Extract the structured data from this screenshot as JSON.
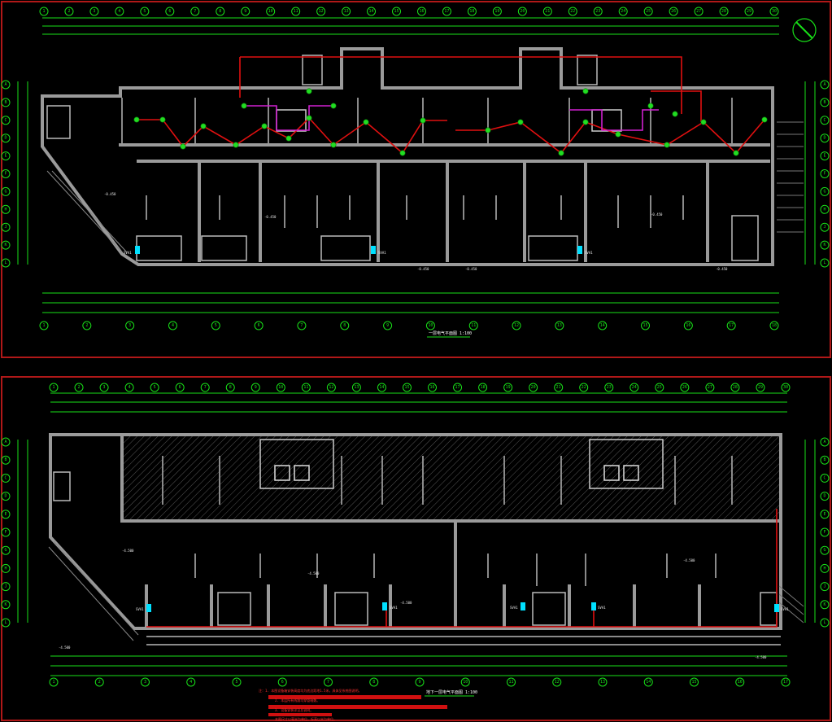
{
  "drawing": {
    "north_symbol": "north-arrow-icon",
    "colors": {
      "background": "#000000",
      "frame": "#b01818",
      "dimension": "#18e018",
      "wall": "#9a9a9a",
      "wiring": "#e01010",
      "wiring_alt": "#d020d0",
      "devices": "#22dd22",
      "equipment": "#00e0ff"
    }
  },
  "plan_top": {
    "title": "一层电气平面图 1:100",
    "top_grid": [
      "1",
      "2",
      "3",
      "4",
      "5",
      "6",
      "7",
      "8",
      "9",
      "10",
      "11",
      "12",
      "13",
      "14",
      "15",
      "16",
      "17",
      "18",
      "19",
      "20",
      "21",
      "22",
      "23",
      "24",
      "25",
      "26",
      "27",
      "28",
      "29",
      "30"
    ],
    "bottom_grid": [
      "1",
      "2",
      "3",
      "4",
      "5",
      "6",
      "7",
      "8",
      "9",
      "10",
      "11",
      "12",
      "13",
      "14",
      "15",
      "16",
      "17",
      "18"
    ],
    "side_grid": [
      "A",
      "B",
      "C",
      "D",
      "E",
      "F",
      "G",
      "H",
      "J",
      "K",
      "L"
    ],
    "panel_labels": [
      "SVA1",
      "SVA1",
      "SVA1"
    ],
    "elev_marks": [
      "-0.450",
      "-0.450",
      "-0.450",
      "-0.450",
      "-0.450",
      "-0.450"
    ]
  },
  "plan_bottom": {
    "title": "地下一层电气平面图 1:100",
    "top_grid": [
      "1",
      "2",
      "3",
      "4",
      "5",
      "6",
      "7",
      "8",
      "9",
      "10",
      "11",
      "12",
      "13",
      "14",
      "15",
      "16",
      "17",
      "18",
      "19",
      "20",
      "21",
      "22",
      "23",
      "24",
      "25",
      "26",
      "27",
      "28",
      "29",
      "30"
    ],
    "bottom_grid": [
      "1",
      "2",
      "3",
      "4",
      "5",
      "6",
      "7",
      "8",
      "9",
      "10",
      "11",
      "12",
      "13",
      "14",
      "15",
      "16",
      "17"
    ],
    "side_grid": [
      "A",
      "B",
      "C",
      "D",
      "E",
      "F",
      "G",
      "H",
      "J",
      "K",
      "L"
    ],
    "panel_labels": [
      "SVA1",
      "SVA1",
      "SVA1",
      "SVA1",
      "SVA1"
    ],
    "elev_marks": [
      "-4.500",
      "-4.500",
      "-4.500",
      "-4.500",
      "-4.500",
      "-4.500"
    ],
    "notes": [
      "注：1. 本图设备箱安装高度均为底边距地1.5米，具体见系统图说明。",
      "2. 本层所有线路均穿管暗敷。",
      "3. 设备安装详见总说明。",
      "本图尺寸以毫米为单位，标高以米为单位。"
    ]
  }
}
